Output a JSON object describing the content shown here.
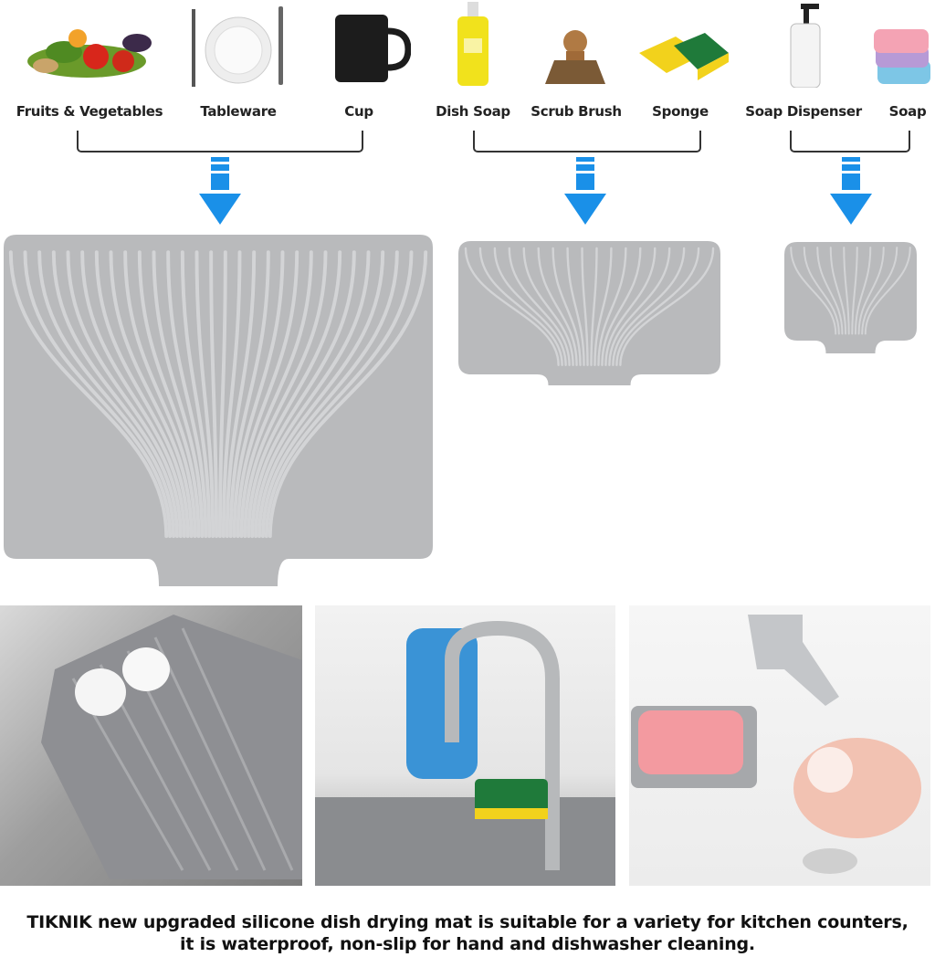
{
  "groups": [
    {
      "items": [
        "Fruits & Vegetables",
        "Tableware",
        "Cup"
      ],
      "mat_size": "large"
    },
    {
      "items": [
        "Dish Soap",
        "Scrub Brush",
        "Sponge"
      ],
      "mat_size": "medium"
    },
    {
      "items": [
        "Soap Dispenser",
        "Soap"
      ],
      "mat_size": "small"
    }
  ],
  "icons": [
    "vegetables-icon",
    "plate-cutlery-icon",
    "cup-icon",
    "dish-soap-bottle-icon",
    "scrub-brush-icon",
    "sponge-icon",
    "soap-dispenser-icon",
    "soap-bars-icon"
  ],
  "colors": {
    "accent": "#1a90e8",
    "mat": "#b9babc",
    "mat_groove": "#d3d4d6"
  },
  "photos": [
    "mat-in-sink-with-cups",
    "faucet-with-dish-soap-and-sponge",
    "soap-on-mat-washing-hands"
  ],
  "caption": {
    "line1": "TIKNIK new upgraded silicone dish drying mat is suitable for a variety for kitchen counters,",
    "line2": "it is waterproof, non-slip for hand and dishwasher cleaning."
  }
}
